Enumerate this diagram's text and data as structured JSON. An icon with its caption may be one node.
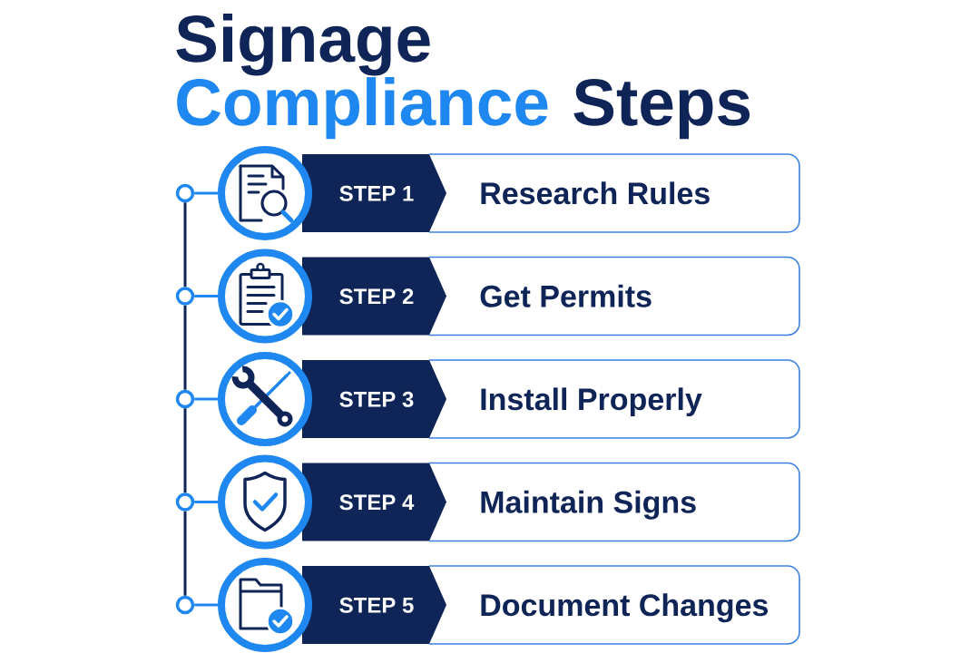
{
  "diagram": {
    "title": "Signage Compliance Steps",
    "nodes": [
      {
        "text": [],
        "shape": "circle"
      },
      {
        "text": [],
        "shape": "circle"
      },
      {
        "text": [
          "STEP 1"
        ]
      },
      {
        "text": [
          "Research Rules"
        ]
      },
      {
        "text": [],
        "shape": "circle"
      },
      {
        "text": [],
        "shape": "circle"
      },
      {
        "text": [
          "STEP 2"
        ]
      },
      {
        "text": [
          "Get Permits"
        ]
      },
      {
        "text": [],
        "shape": "circle"
      },
      {
        "text": [],
        "shape": "circle"
      },
      {
        "text": [
          "STEP 3"
        ]
      },
      {
        "text": [
          "Install Properly"
        ]
      },
      {
        "text": [],
        "shape": "circle"
      },
      {
        "text": [],
        "shape": "circle"
      },
      {
        "text": [
          "STEP 4"
        ]
      },
      {
        "text": [
          "Maintain Signs"
        ]
      },
      {
        "text": [],
        "shape": "circle"
      },
      {
        "text": [],
        "shape": "circle"
      },
      {
        "text": [
          "STEP 5"
        ]
      },
      {
        "text": [
          "Document Changes"
        ]
      }
    ],
    "edges": [
      {
        "from": 0,
        "to": 1,
        "arrow": "none"
      },
      {
        "from": 4,
        "to": 5,
        "arrow": "none"
      },
      {
        "from": 8,
        "to": 9,
        "arrow": "none"
      },
      {
        "from": 12,
        "to": 13,
        "arrow": "none"
      },
      {
        "from": 16,
        "to": 17,
        "arrow": "none"
      },
      {
        "from": 0,
        "to": 4,
        "arrow": "none",
        "color": "#0f2557"
      },
      {
        "from": 4,
        "to": 8,
        "arrow": "none",
        "color": "#0f2557"
      },
      {
        "from": 8,
        "to": 12,
        "arrow": "none",
        "color": "#0f2557"
      },
      {
        "from": 12,
        "to": 16,
        "arrow": "none",
        "color": "#0f2557"
      }
    ]
  }
}
